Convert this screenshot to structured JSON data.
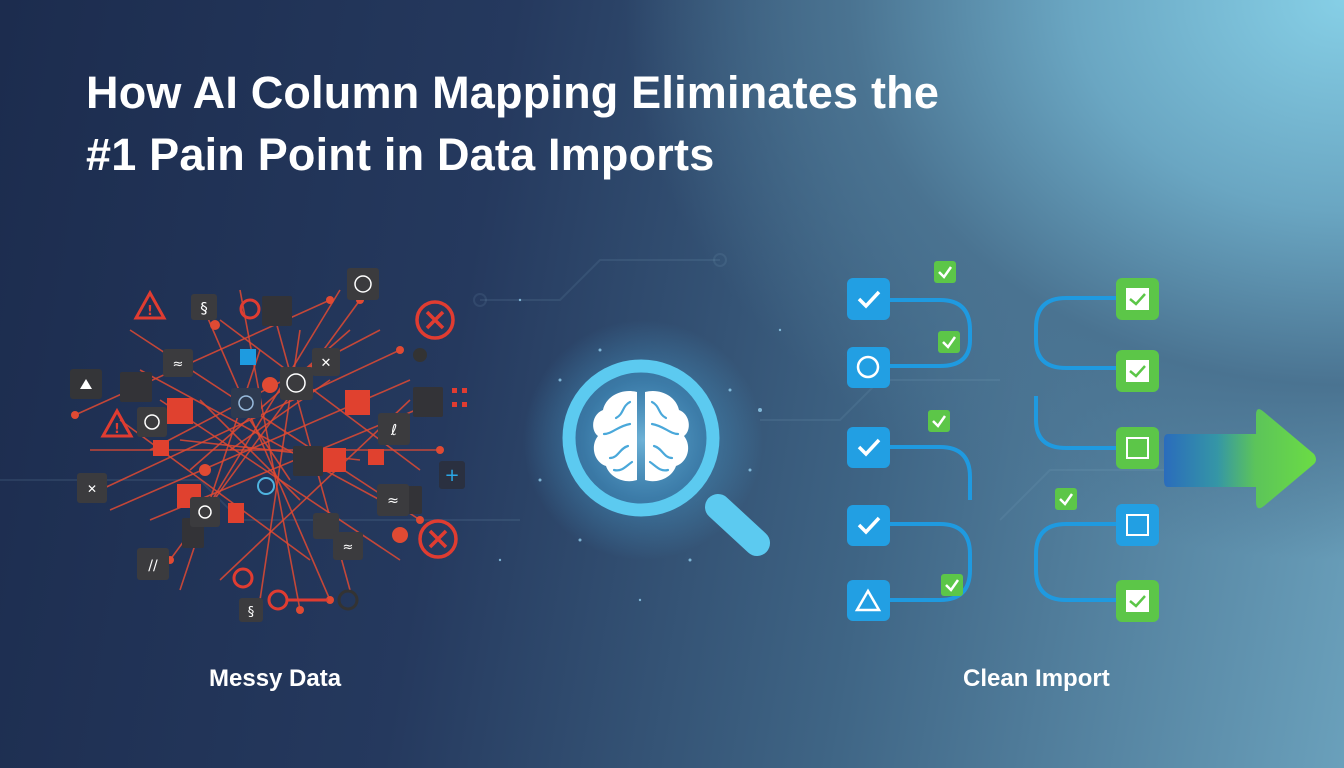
{
  "title": {
    "line1": "How AI Column Mapping Eliminates the",
    "line2": "#1 Pain Point in Data Imports"
  },
  "left_panel": {
    "caption": "Messy Data",
    "accent": "#e03c31"
  },
  "center": {
    "icon": "brain-magnifier-icon",
    "accent": "#5ccaf0"
  },
  "right_panel": {
    "caption": "Clean Import",
    "accent_blue": "#1f9ae0",
    "accent_green": "#5cc648"
  },
  "colors": {
    "bg_dark": "#1c2c4e",
    "bg_light": "#86cfe6"
  }
}
